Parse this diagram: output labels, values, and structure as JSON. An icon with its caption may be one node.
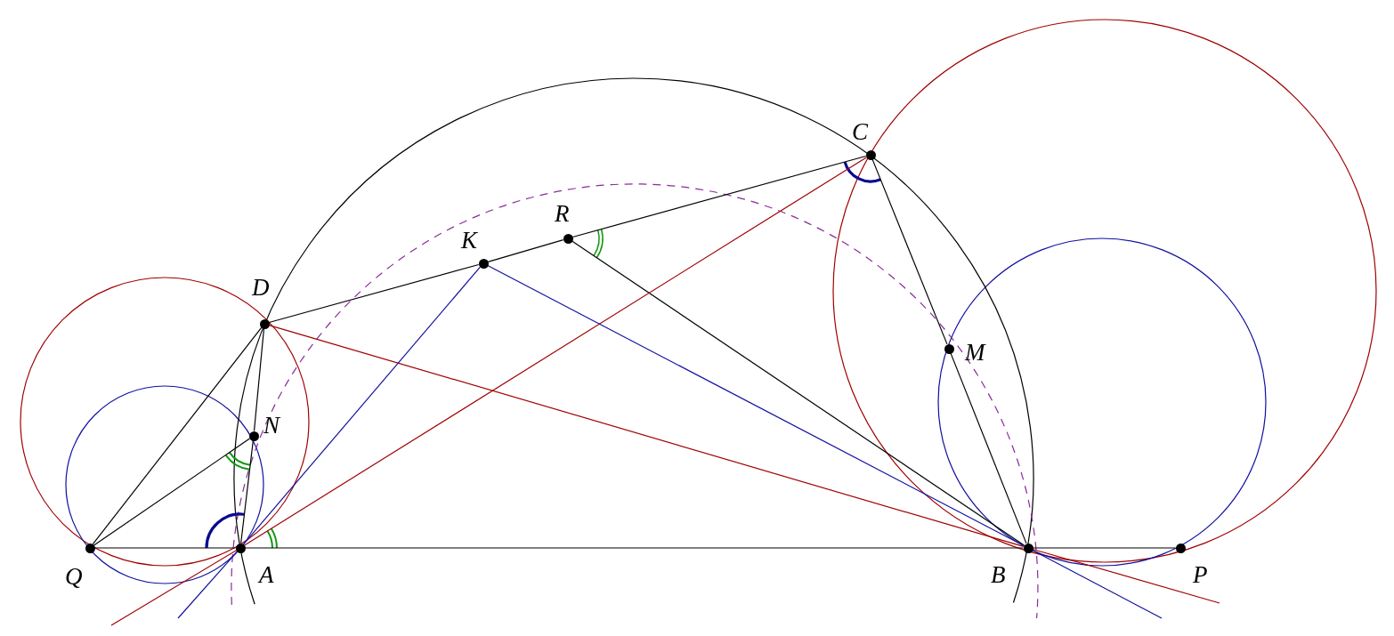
{
  "diagram": {
    "nodes": [
      {
        "text": [
          "C"
        ]
      },
      {
        "text": [
          "R"
        ]
      },
      {
        "text": [
          "K"
        ]
      },
      {
        "text": [
          "D"
        ]
      },
      {
        "text": [
          "M"
        ]
      },
      {
        "text": [
          "N"
        ]
      },
      {
        "text": [
          "Q"
        ]
      },
      {
        "text": [
          "A"
        ]
      },
      {
        "text": [
          "B"
        ]
      },
      {
        "text": [
          "P"
        ]
      }
    ],
    "edges": [
      {
        "from": 6,
        "to": 7,
        "arrow": "none"
      },
      {
        "from": 7,
        "to": 8,
        "arrow": "none"
      },
      {
        "from": 8,
        "to": 9,
        "arrow": "none"
      },
      {
        "from": 3,
        "to": 2,
        "arrow": "none"
      },
      {
        "from": 2,
        "to": 1,
        "arrow": "none"
      },
      {
        "from": 1,
        "to": 0,
        "arrow": "none"
      },
      {
        "from": 6,
        "to": 3,
        "arrow": "none"
      },
      {
        "from": 6,
        "to": 5,
        "arrow": "none"
      },
      {
        "from": 3,
        "to": 5,
        "arrow": "none"
      },
      {
        "from": 5,
        "to": 7,
        "arrow": "none"
      },
      {
        "from": 1,
        "to": 8,
        "arrow": "none"
      },
      {
        "from": 0,
        "to": 4,
        "arrow": "none"
      },
      {
        "from": 4,
        "to": 8,
        "arrow": "none"
      },
      {
        "from": 3,
        "to": 8,
        "arrow": "none",
        "color": "#a00000"
      },
      {
        "from": 7,
        "to": 0,
        "arrow": "none",
        "color": "#a00000"
      },
      {
        "from": 7,
        "to": 2,
        "arrow": "none",
        "color": "#1010a0"
      },
      {
        "from": 2,
        "to": 8,
        "arrow": "none",
        "color": "#1010a0"
      }
    ]
  }
}
